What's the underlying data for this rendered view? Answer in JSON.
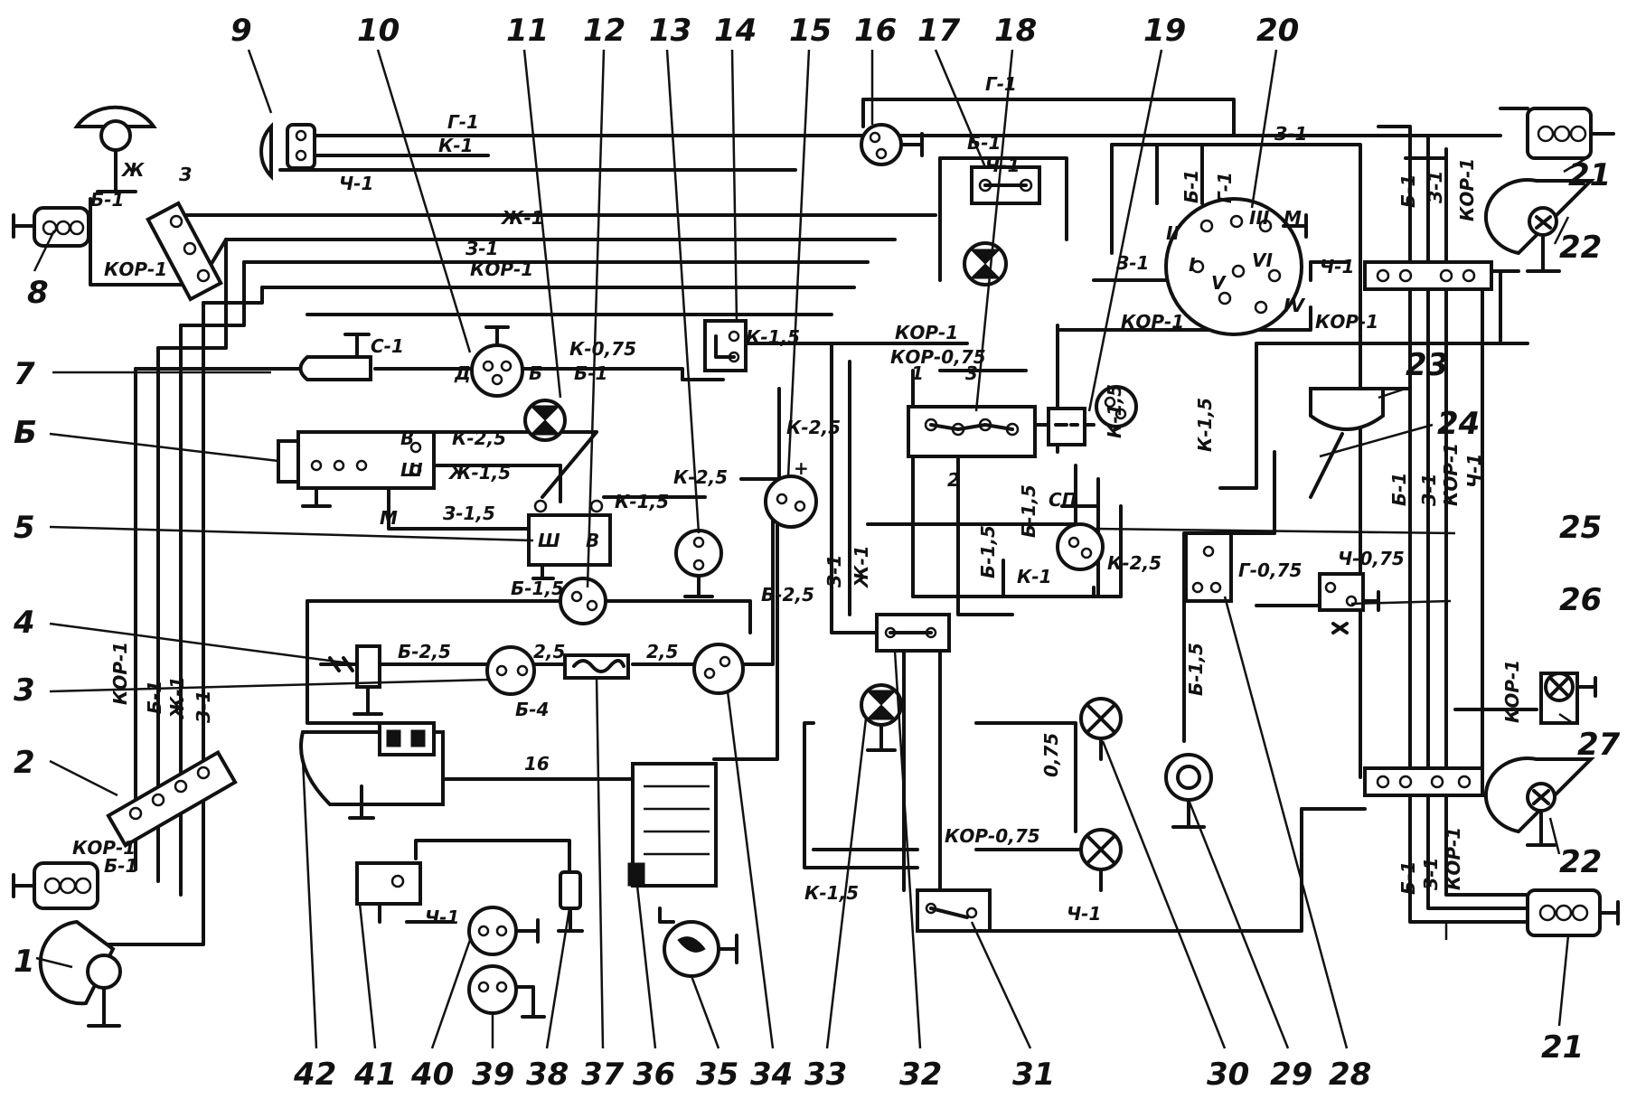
{
  "diagram": {
    "callouts": {
      "n1": "1",
      "n2": "2",
      "n3": "3",
      "n4": "4",
      "n5": "5",
      "n6": "Б",
      "n7": "7",
      "n8": "8",
      "n9": "9",
      "n10": "10",
      "n11": "11",
      "n12": "12",
      "n13": "13",
      "n14": "14",
      "n15": "15",
      "n16": "16",
      "n17": "17",
      "n18": "18",
      "n19": "19",
      "n20": "20",
      "n21a": "21",
      "n21b": "21",
      "n22a": "22",
      "n22b": "22",
      "n23": "23",
      "n24": "24",
      "n25": "25",
      "n26": "26",
      "n27": "27",
      "n28": "28",
      "n29": "29",
      "n30": "30",
      "n31": "31",
      "n32": "32",
      "n33": "33",
      "n34": "34",
      "n35": "35",
      "n36": "36",
      "n37": "37",
      "n38": "38",
      "n39": "39",
      "n40": "40",
      "n41": "41",
      "n42": "42"
    },
    "wire_labels": {
      "g1_top": "Г-1",
      "k1_top": "К-1",
      "ch1_top": "Ч-1",
      "zh1": "Ж-1",
      "z1": "З-1",
      "kor1_a": "КОР-1",
      "b1_left": "Б-1",
      "kor1_left": "КОР-1",
      "zh_small": "Ж",
      "z_small": "З",
      "s1": "С-1",
      "d": "Д",
      "b_sm": "Б",
      "k075": "К-0,75",
      "b1_mid": "Б-1",
      "k15_a": "К-1,5",
      "b_v": "В",
      "k25_a": "К-2,5",
      "sh": "Ш",
      "zh15": "Ж-1,5",
      "m": "М",
      "z15": "З-1,5",
      "sh2": "Ш",
      "v2": "В",
      "k15_b": "К-1,5",
      "k25_b": "К-2,5",
      "k25_v": "К-2,5",
      "plus": "+",
      "b25_v": "Б-2,5",
      "b15": "Б-1,5",
      "b25": "Б-2,5",
      "v25a": "2,5",
      "v25b": "2,5",
      "b4": "Б-4",
      "v16": "16",
      "ch1_low": "Ч-1",
      "kor1_vleft": "КОР-1",
      "b1_vleft": "Б-1",
      "zh1_vleft": "Ж-1",
      "z1_vleft": "З-1",
      "kor1_lower": "КОР-1",
      "b1_lower": "Б-1",
      "g1_r": "Г-1",
      "b1_r": "Б-1",
      "ch1_r": "Ч-1",
      "z1_r": "З-1",
      "b1_sw": "Б-1",
      "g1_sw": "Г-1",
      "r2": "II",
      "r3": "III",
      "rm": "М",
      "r1": "I",
      "r6": "VI",
      "r5": "V",
      "r4": "IV",
      "z1_sw": "З-1",
      "ch1_sw": "Ч-1",
      "kor1_sw1": "КОР-1",
      "kor1_sw2": "КОР-1",
      "kor1_mid": "КОР-1",
      "kor075": "КОР-0,75",
      "k15_c": "К-1,5",
      "k15_mid": "К-1,5",
      "t1": "1",
      "t3": "3",
      "t2": "2",
      "b15_v": "Б-1,5",
      "b15_v2": "Б-1,5",
      "sp": "СП",
      "k1_mid": "К-1",
      "k25_c": "К-2,5",
      "z1_mid": "З-1",
      "zh1_mid": "Ж-1",
      "g075": "Г-0,75",
      "ch075": "Ч-0,75",
      "b15_r": "Б-1,5",
      "v075": "0,75",
      "kor075_b": "КОР-0,75",
      "k15_low": "К-1,5",
      "ch1_bot": "Ч-1",
      "b1_rv": "Б-1",
      "z1_rv": "З-1",
      "kor1_rv": "КОР-1",
      "ch1_rv": "Ч-1",
      "b1_rtop": "Б-1",
      "z1_rtop": "З-1",
      "kor1_rtop": "КОР-1",
      "kor1_27": "КОР-1",
      "b1_rb": "Б-1",
      "z1_rb": "З-1",
      "kor1_rb": "КОР-1"
    }
  }
}
